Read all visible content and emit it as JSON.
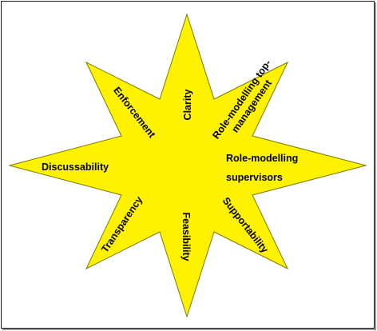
{
  "diagram": {
    "shape": "eight-pointed star",
    "colors": {
      "star_fill": "#FFF200",
      "star_stroke": "#7A7A00",
      "frame_border": "#1A1A1A",
      "text": "#000000"
    },
    "labels": {
      "clarity": "Clarity",
      "enforcement": "Enforcement",
      "role_top_line1": "Role-modelling top-",
      "role_top_line2": "management",
      "role_sup_line1": "Role-modelling",
      "role_sup_line2": "supervisors",
      "discussability": "Discussability",
      "transparency": "Transparency",
      "feasibility": "Feasibility",
      "supportability": "Supportability"
    }
  }
}
